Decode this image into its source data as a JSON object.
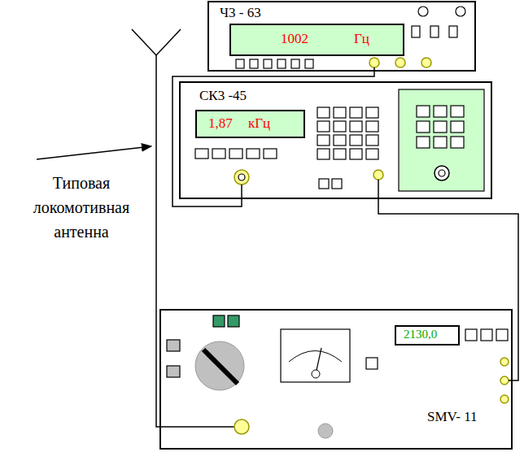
{
  "diagram": {
    "nodes": [
      {
        "text": [
          "Ч3 - 63"
        ]
      },
      {
        "text": [
          "1002",
          "Гц"
        ],
        "in": 0
      },
      {
        "text": [
          "СК3 -45"
        ]
      },
      {
        "text": [
          "1,87",
          "кГц"
        ],
        "in": 2
      },
      {
        "text": [
          "SMV- 11"
        ]
      },
      {
        "text": [
          "2130,0"
        ],
        "in": 4
      }
    ],
    "edges": [
      {
        "from": 0,
        "to": 2,
        "arrow": "none"
      },
      {
        "from": 2,
        "to": 4,
        "arrow": "none"
      }
    ],
    "labels": [
      "Типовая локомотивная антенна"
    ]
  }
}
